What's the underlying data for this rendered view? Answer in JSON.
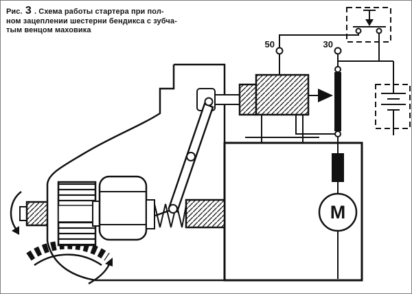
{
  "caption": {
    "fig_label": "Рис.",
    "fig_number": "3",
    "line1_rest": ". Схема работы стартера при пол-",
    "line2": "ном зацеплении шестерни бендикса с зубча-",
    "line3": "тым венцом маховика"
  },
  "labels": {
    "terminal_50": "50",
    "terminal_30": "30",
    "motor": "M"
  },
  "colors": {
    "ink": "#111111",
    "background": "#ffffff"
  }
}
